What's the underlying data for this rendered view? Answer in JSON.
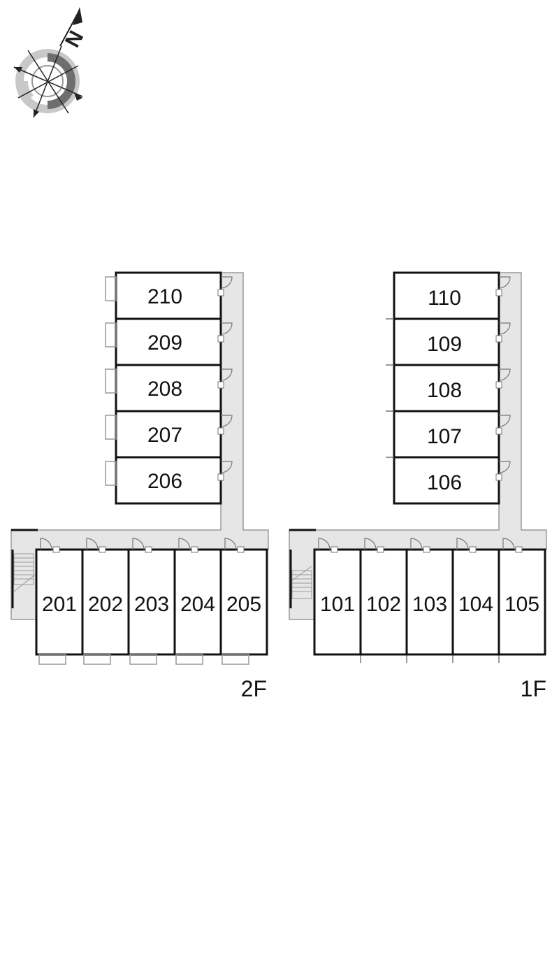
{
  "compass": {
    "letter": "N",
    "icon": "north-arrow-icon"
  },
  "floors": [
    {
      "id": "2F",
      "label": "2F",
      "rooms_vertical": [
        "210",
        "209",
        "208",
        "207",
        "206"
      ],
      "rooms_horizontal": [
        "201",
        "202",
        "203",
        "204",
        "205"
      ]
    },
    {
      "id": "1F",
      "label": "1F",
      "rooms_vertical": [
        "110",
        "109",
        "108",
        "107",
        "106"
      ],
      "rooms_horizontal": [
        "101",
        "102",
        "103",
        "104",
        "105"
      ]
    }
  ],
  "colors": {
    "corridor": "#e6e6e6",
    "corridor_edge": "#9a9a9a",
    "wall": "#111111",
    "compass_dark": "#6e6e6e",
    "compass_light": "#c8c8c8"
  }
}
